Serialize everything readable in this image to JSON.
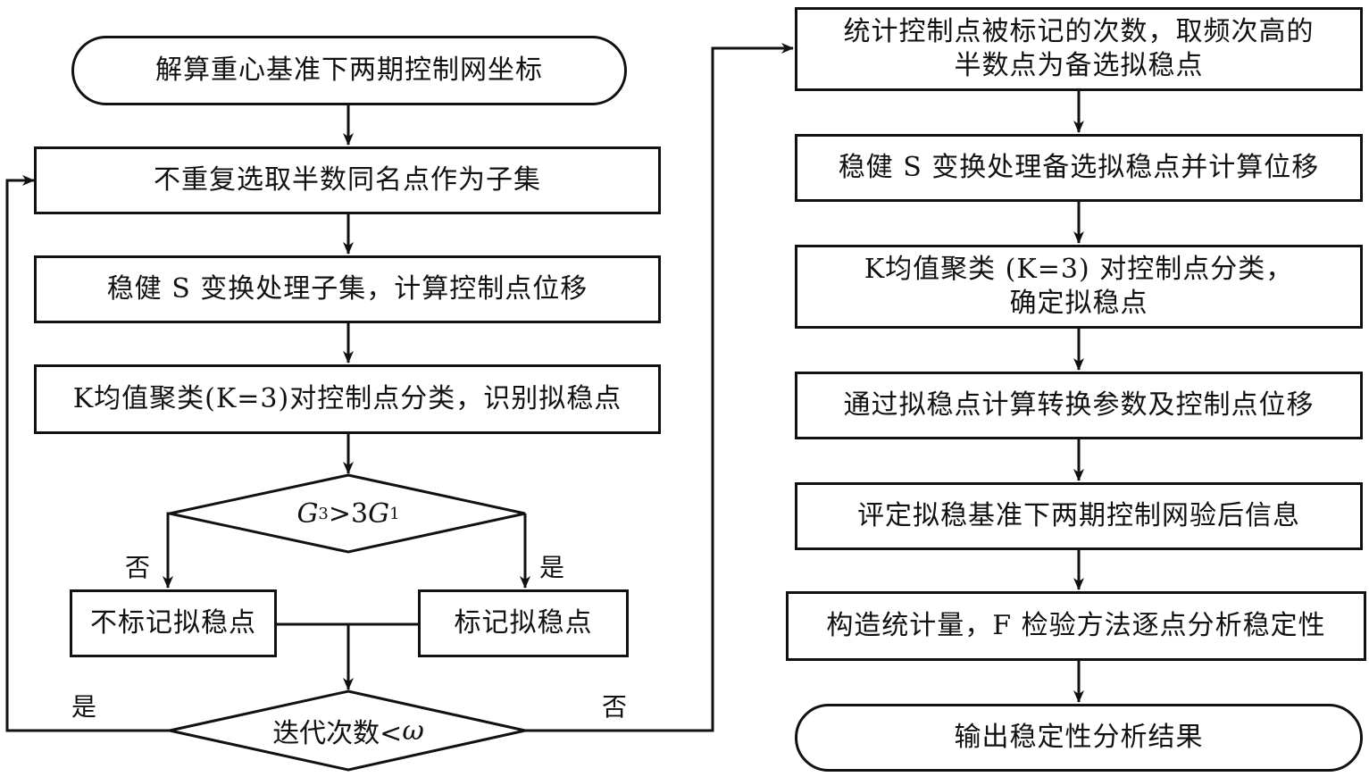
{
  "flowchart": {
    "left_column": {
      "start": "解算重心基准下两期控制网坐标",
      "step1": "不重复选取半数同名点作为子集",
      "step2": "稳健 S 变换处理子集，计算控制点位移",
      "step3": "K均值聚类(K=3)对控制点分类，识别拟稳点",
      "decision1": {
        "var_a": "G",
        "sub_a": "3",
        "op": ">3",
        "var_b": "G",
        "sub_b": "1",
        "no_label": "否",
        "yes_label": "是"
      },
      "no_branch_box": "不标记拟稳点",
      "yes_branch_box": "标记拟稳点",
      "decision2": {
        "text": "迭代次数<",
        "symbol": "ω",
        "yes_label": "是",
        "no_label": "否"
      }
    },
    "right_column": {
      "step1": "统计控制点被标记的次数，取频次高的半数点为备选拟稳点",
      "step2": "稳健 S 变换处理备选拟稳点并计算位移",
      "step3_line1": "K均值聚类 (K=3) 对控制点分类，",
      "step3_line2": "确定拟稳点",
      "step4": "通过拟稳点计算转换参数及控制点位移",
      "step5": "评定拟稳基准下两期控制网验后信息",
      "step6": "构造统计量，F 检验方法逐点分析稳定性",
      "end": "输出稳定性分析结果"
    }
  }
}
